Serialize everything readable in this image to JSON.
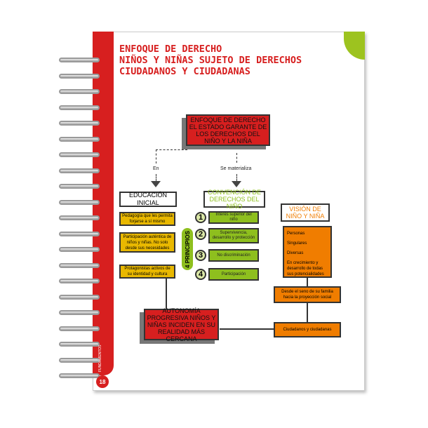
{
  "title": [
    "ENFOQUE DE DERECHO",
    "NIÑOS Y NIÑAS SUJETO DE DERECHOS",
    "CIUDADANOS Y CIUDADANAS"
  ],
  "main_box": "ENFOQUE DE DERECHO EL ESTADO GARANTE DE LOS DERECHOS DEL NIÑO Y LA NIÑA",
  "label_en": "En",
  "label_se": "Se materializa",
  "educacion": {
    "title": "EDUCACIÓN INICIAL",
    "items": [
      "Pedagogía que les permita forjarse a sí mismo",
      "Participación auténtica de niños y niñas. No solo desde sus necesidades",
      "Protagonistas activos de su identidad y cultura"
    ]
  },
  "convencion": {
    "title": "CONVENCIÓN DE DERECHOS DEL NIÑO",
    "principios_label": "4 PRINCIPIOS",
    "items": [
      {
        "n": "1",
        "t": "Interés superior del niño"
      },
      {
        "n": "2",
        "t": "Supervivencia, desarrollo y protección"
      },
      {
        "n": "3",
        "t": "No discriminación"
      },
      {
        "n": "4",
        "t": "Participación"
      }
    ]
  },
  "vision": {
    "title": "VISIÓN DE NIÑO Y NIÑA",
    "items": [
      "Personas",
      "Singulares",
      "Diversas",
      "En crecimiento y desarrollo de todas sus potencialidades"
    ],
    "familia": "Desde el seno de su familia hacia la proyección social",
    "ciudadanos": "Ciudadanos y ciudadanas"
  },
  "autonomia": "AUTONOMÍA PROGRESIVA NIÑOS Y NIÑAS INCIDEN EN SU REALIDAD MÁS CERCANA",
  "spine_label": "FUNDAMENTOS",
  "page_number": "18",
  "colors": {
    "red": "#d71f1f",
    "green": "#8ebf1e",
    "yellow": "#e9b800",
    "orange": "#f07d00"
  }
}
